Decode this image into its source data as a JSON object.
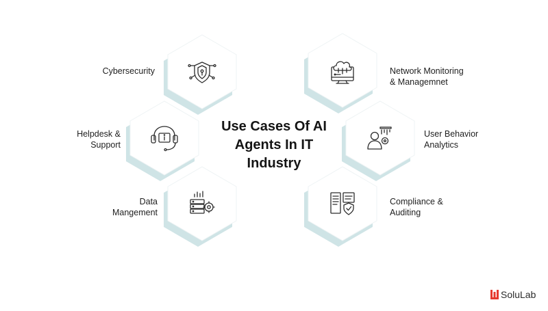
{
  "title": "Use Cases Of AI\nAgents In IT\nIndustry",
  "use_cases": [
    {
      "label": "Cybersecurity",
      "icon": "shield-lock-icon"
    },
    {
      "label": "Helpdesk &\nSupport",
      "icon": "headset-info-icon"
    },
    {
      "label": "Data\nMangement",
      "icon": "data-gear-icon"
    },
    {
      "label": "Network Monitoring\n& Managemnet",
      "icon": "cloud-monitor-icon"
    },
    {
      "label": "User Behavior\nAnalytics",
      "icon": "user-chart-icon"
    },
    {
      "label": "Compliance &\nAuditing",
      "icon": "document-shield-icon"
    }
  ],
  "logo": {
    "text": "SoluLab",
    "icon": "solulab-logo-icon"
  },
  "colors": {
    "hex_shadow": "#cfe4e6",
    "hex_fill": "#ffffff",
    "text": "#1e1e1e",
    "logo_red": "#e63a2e"
  }
}
